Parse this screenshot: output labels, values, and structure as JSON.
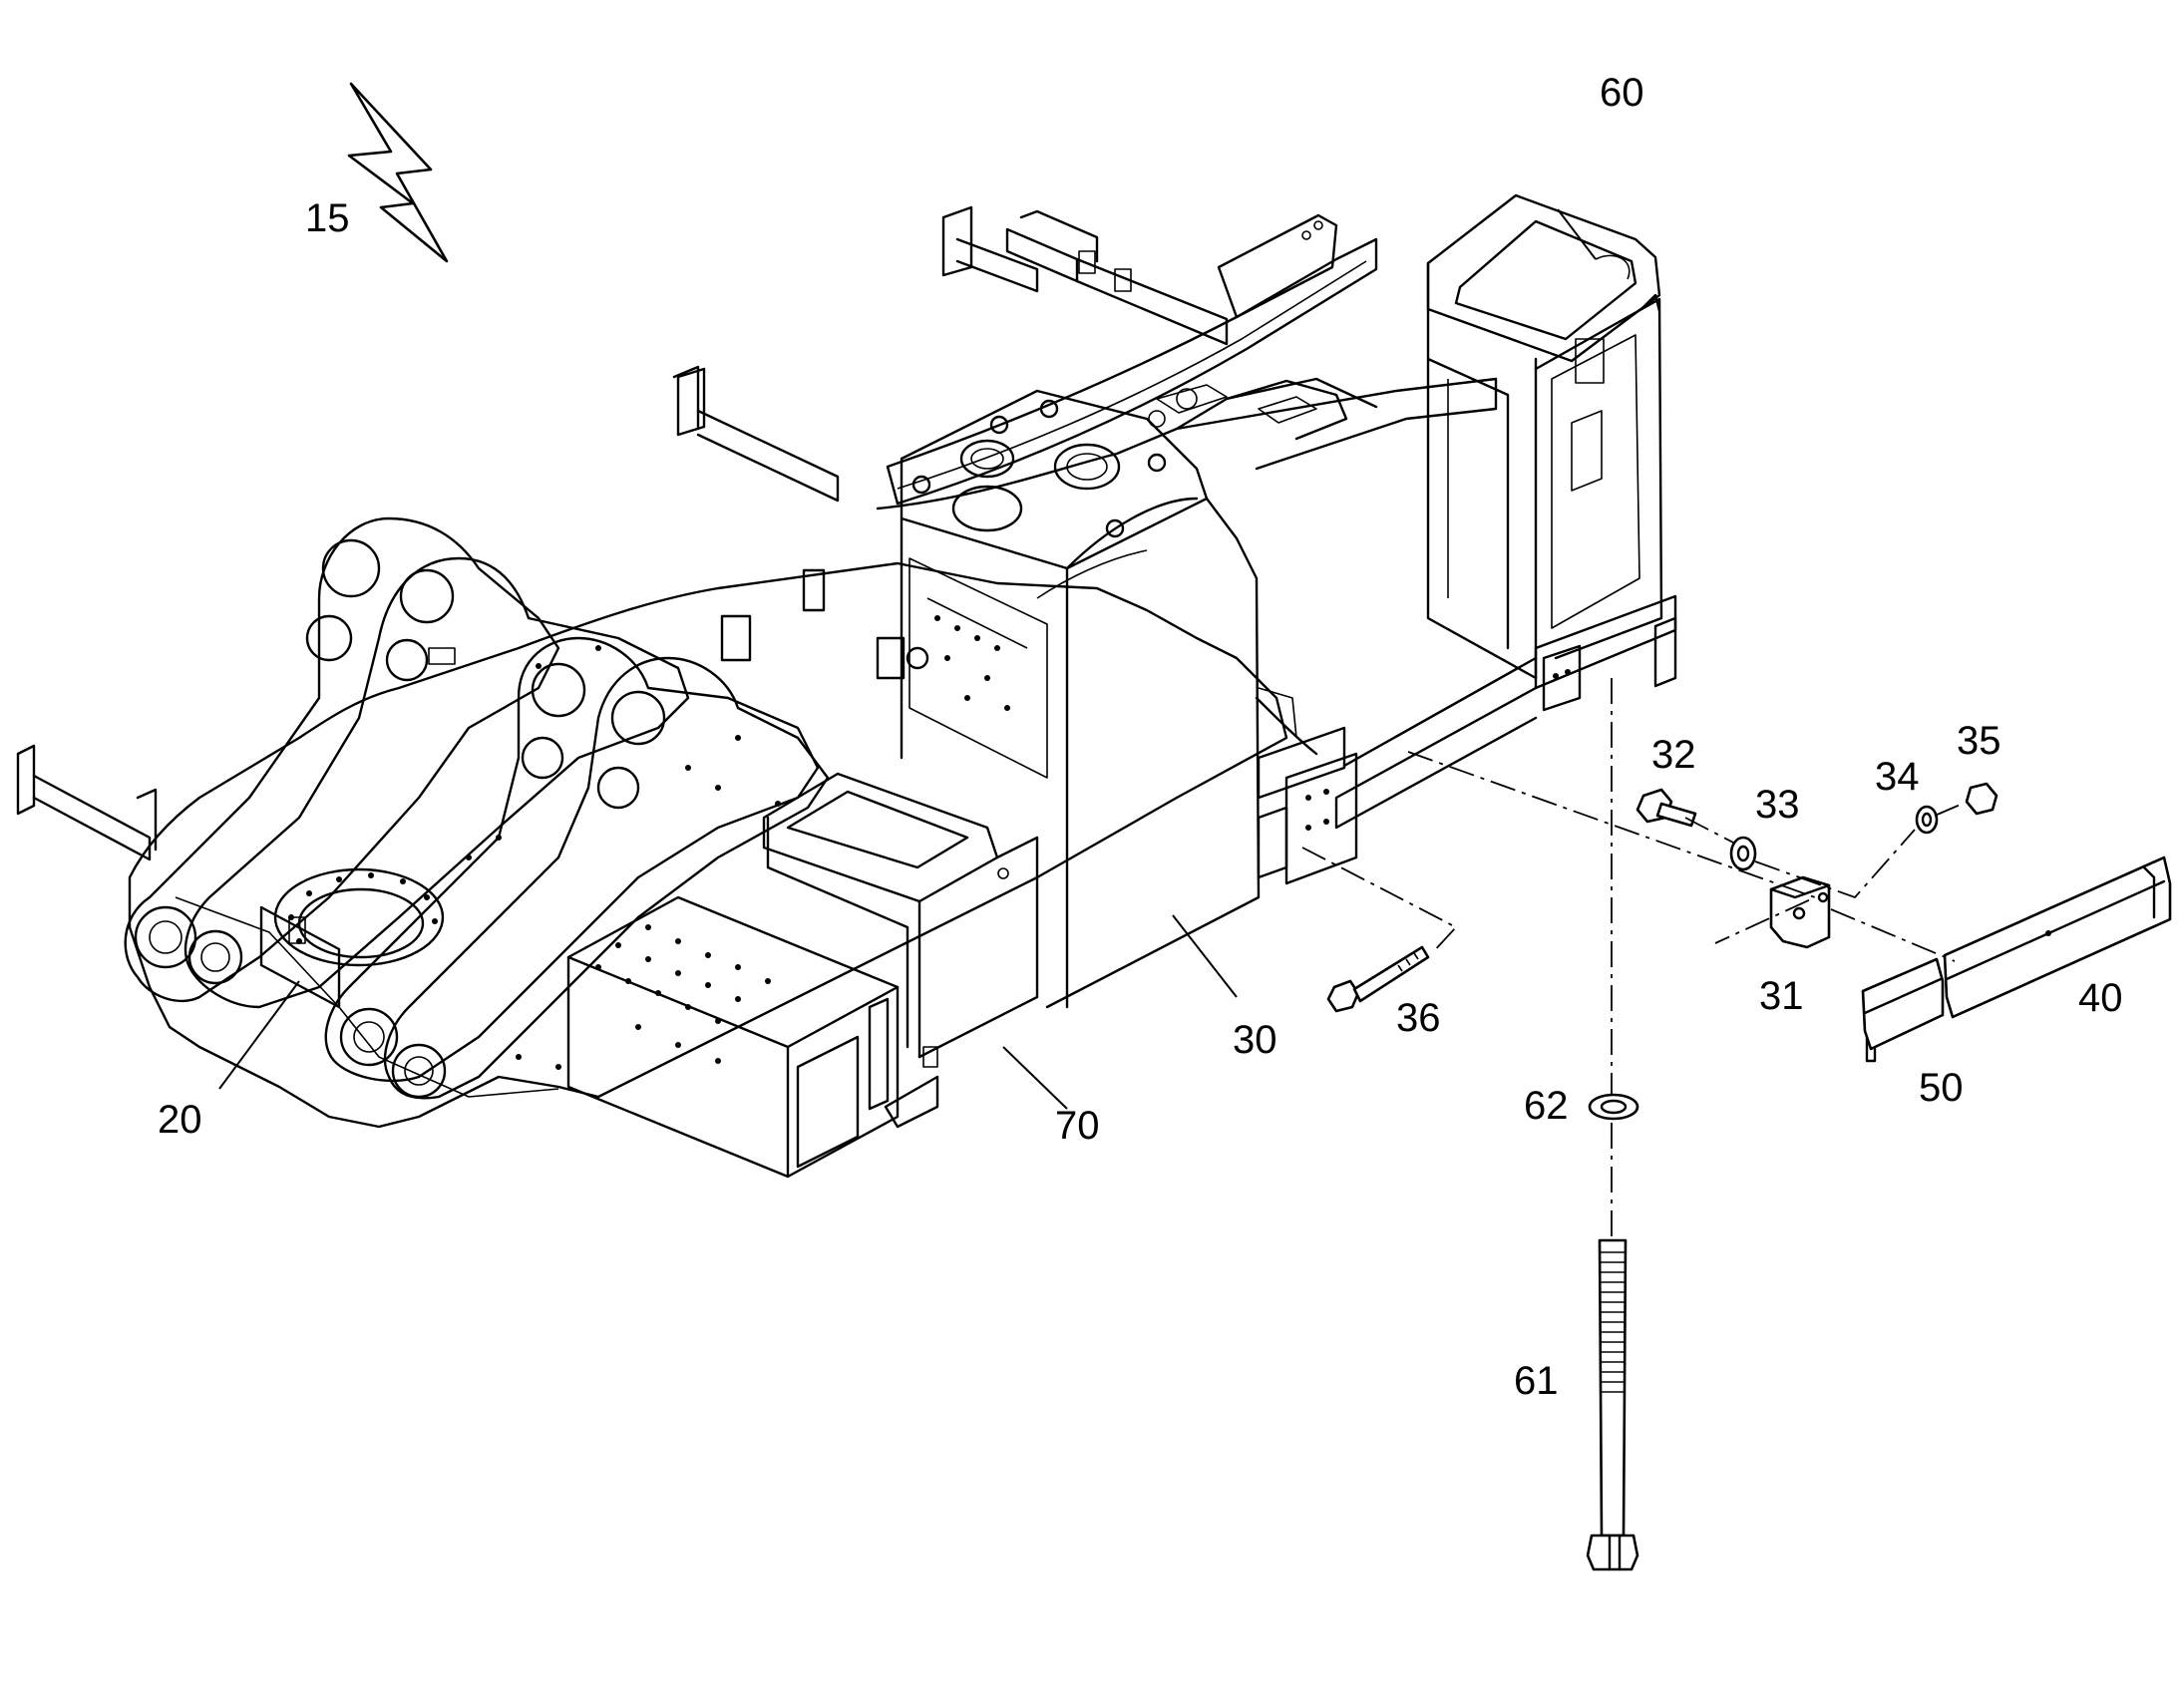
{
  "labels": {
    "l15": "15",
    "l20": "20",
    "l30": "30",
    "l31": "31",
    "l32": "32",
    "l33": "33",
    "l34": "34",
    "l35": "35",
    "l36": "36",
    "l40": "40",
    "l50": "50",
    "l60": "60",
    "l61": "61",
    "l62": "62",
    "l70": "70"
  },
  "colors": {
    "line": "#000000",
    "background": "#ffffff"
  },
  "icons": {
    "arrow": "lightning-direction-arrow"
  }
}
